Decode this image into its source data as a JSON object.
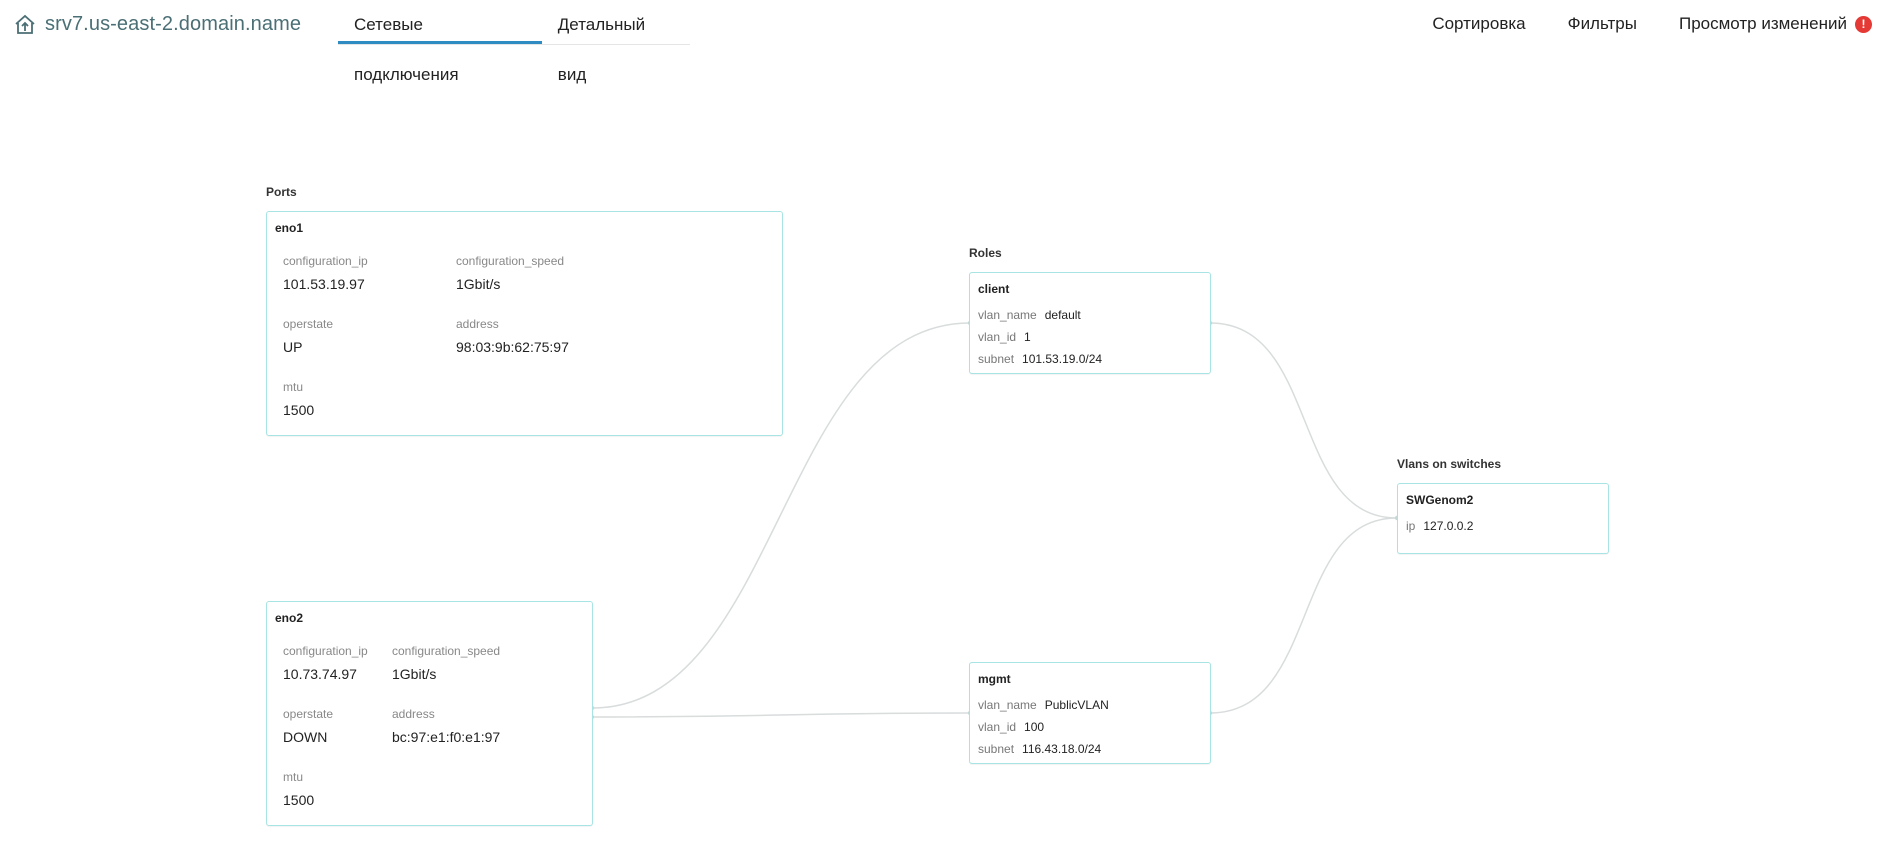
{
  "header": {
    "host": "srv7.us-east-2.domain.name",
    "tabs": [
      {
        "label": "Сетевые подключения",
        "active": true
      },
      {
        "label": "Детальный вид",
        "active": false
      }
    ],
    "actions": {
      "sort": "Сортировка",
      "filters": "Фильтры",
      "view_changes": "Просмотр изменений",
      "alert_badge": "!"
    },
    "accent_color": "#2e8cc2",
    "alert_color": "#e53935"
  },
  "sections": {
    "ports": "Ports",
    "roles": "Roles",
    "vlans": "Vlans on switches"
  },
  "ports": [
    {
      "name": "eno1",
      "fields": [
        {
          "label": "configuration_ip",
          "value": "101.53.19.97"
        },
        {
          "label": "configuration_speed",
          "value": "1Gbit/s"
        },
        {
          "label": "operstate",
          "value": "UP"
        },
        {
          "label": "address",
          "value": "98:03:9b:62:75:97"
        },
        {
          "label": "mtu",
          "value": "1500"
        }
      ]
    },
    {
      "name": "eno2",
      "fields": [
        {
          "label": "configuration_ip",
          "value": "10.73.74.97"
        },
        {
          "label": "configuration_speed",
          "value": "1Gbit/s"
        },
        {
          "label": "operstate",
          "value": "DOWN"
        },
        {
          "label": "address",
          "value": "bc:97:e1:f0:e1:97"
        },
        {
          "label": "mtu",
          "value": "1500"
        }
      ]
    }
  ],
  "roles": [
    {
      "name": "client",
      "fields": [
        {
          "key": "vlan_name",
          "value": "default"
        },
        {
          "key": "vlan_id",
          "value": "1"
        },
        {
          "key": "subnet",
          "value": "101.53.19.0/24"
        }
      ]
    },
    {
      "name": "mgmt",
      "fields": [
        {
          "key": "vlan_name",
          "value": "PublicVLAN"
        },
        {
          "key": "vlan_id",
          "value": "100"
        },
        {
          "key": "subnet",
          "value": "116.43.18.0/24"
        }
      ]
    }
  ],
  "switches": [
    {
      "name": "SWGenom2",
      "fields": [
        {
          "key": "ip",
          "value": "127.0.0.2"
        }
      ]
    }
  ],
  "link_color": "#d8dcdc",
  "card_border_color": "#a8e4e4"
}
